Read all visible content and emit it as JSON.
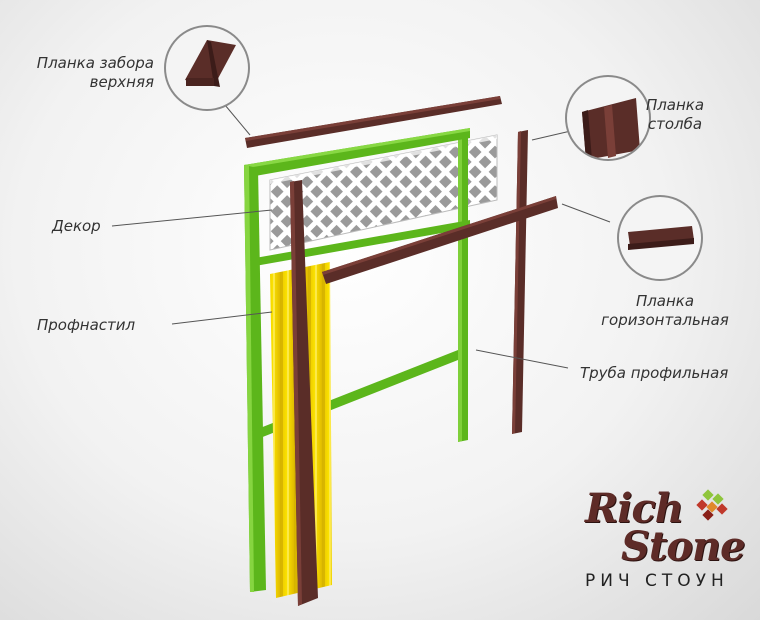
{
  "labels": {
    "top_plank": [
      "Планка забора",
      "верхняя"
    ],
    "decor": "Декор",
    "profnastil": "Профнастил",
    "post_plank": [
      "Планка",
      "столба"
    ],
    "horizontal_plank": [
      "Планка",
      "горизонтальная"
    ],
    "profile_pipe": "Труба профильная"
  },
  "logo": {
    "word1": "Rich",
    "word2": "Stone",
    "subtitle": "РИЧ СТОУН"
  },
  "colors": {
    "frame_green": "#5cb61b",
    "plank_brown": "#5a2d28",
    "sheet_yellow": "#f2d400",
    "logo_brown": "#5e2b27",
    "logo_green": "#8fc53c",
    "logo_red": "#c0392b"
  }
}
